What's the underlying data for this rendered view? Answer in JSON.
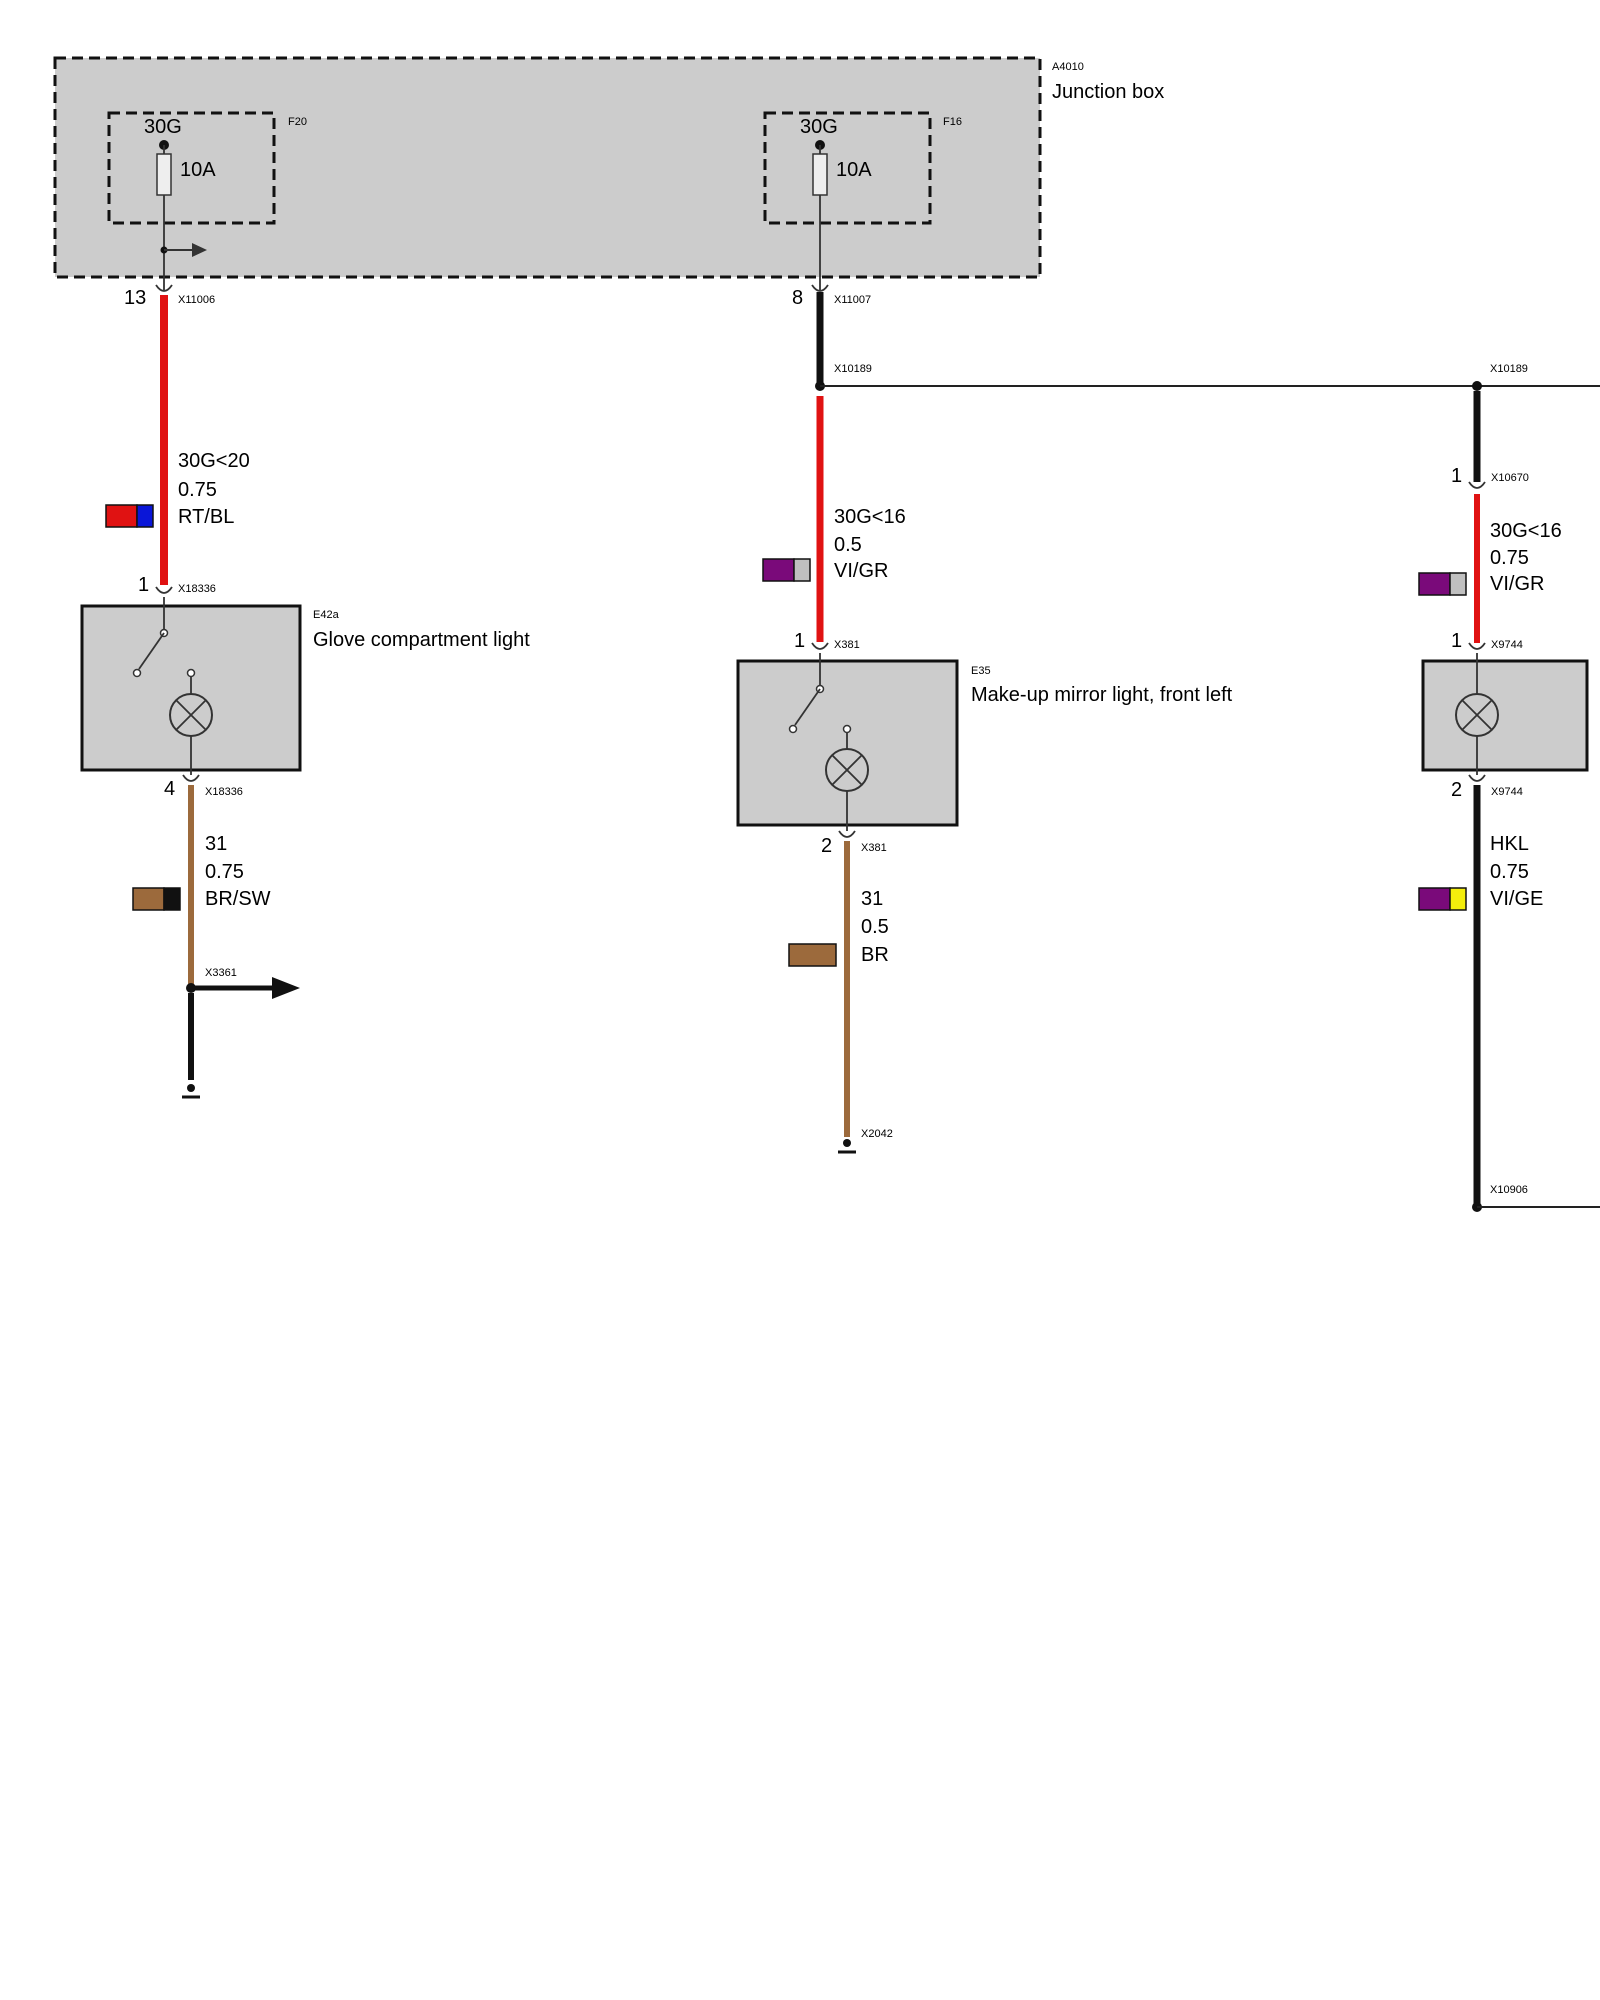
{
  "colors": {
    "red": "#e01212",
    "black": "#111111",
    "brown": "#9c6a3c",
    "violet": "#7a0a7a",
    "grey": "#c0c0c0",
    "blue": "#0a16d8",
    "yellow": "#f4ee0c",
    "component_fill": "#cccccc"
  },
  "junction_box": {
    "id": "A4010",
    "name": "Junction box",
    "fuses": [
      {
        "id": "F20",
        "terminal": "30G",
        "rating": "10A"
      },
      {
        "id": "F16",
        "terminal": "30G",
        "rating": "10A"
      }
    ]
  },
  "connectors": {
    "x11006": {
      "pin": "13",
      "id": "X11006"
    },
    "x11007": {
      "pin": "8",
      "id": "X11007"
    },
    "x10189_left": "X10189",
    "x10189_right": "X10189",
    "x10670": {
      "pin": "1",
      "id": "X10670"
    },
    "x18336_top": {
      "pin": "1",
      "id": "X18336"
    },
    "x18336_bottom": {
      "pin": "4",
      "id": "X18336"
    },
    "x381_top": {
      "pin": "1",
      "id": "X381"
    },
    "x381_bottom": {
      "pin": "2",
      "id": "X381"
    },
    "x9744_top": {
      "pin": "1",
      "id": "X9744"
    },
    "x9744_bottom": {
      "pin": "2",
      "id": "X9744"
    },
    "x3361": "X3361",
    "x2042": "X2042",
    "x10906": "X10906"
  },
  "components": {
    "glove": {
      "id": "E42a",
      "name": "Glove compartment light"
    },
    "mirror": {
      "id": "E35",
      "name": "Make-up mirror light, front left"
    }
  },
  "wires": [
    {
      "signal": "30G<20",
      "size": "0.75",
      "color": "RT/BL"
    },
    {
      "signal": "31",
      "size": "0.75",
      "color": "BR/SW"
    },
    {
      "signal": "30G<16",
      "size": "0.5",
      "color": "VI/GR"
    },
    {
      "signal": "31",
      "size": "0.5",
      "color": "BR"
    },
    {
      "signal": "30G<16",
      "size": "0.75",
      "color": "VI/GR"
    },
    {
      "signal": "HKL",
      "size": "0.75",
      "color": "VI/GE"
    }
  ]
}
